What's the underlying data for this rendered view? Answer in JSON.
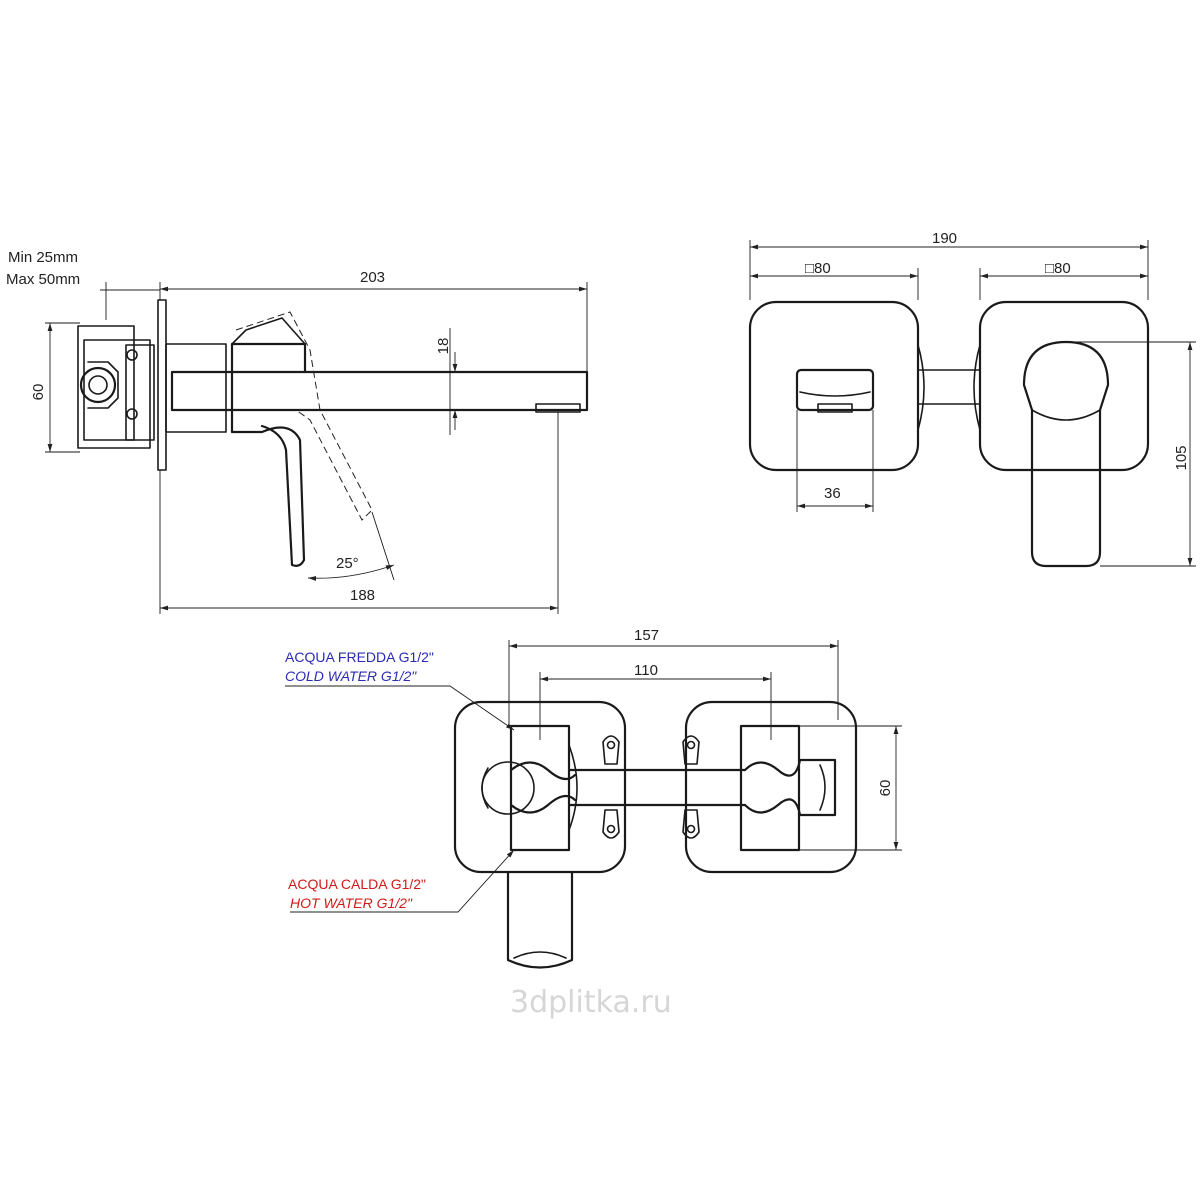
{
  "side_view": {
    "wall_thickness_min": "Min 25mm",
    "wall_thickness_max": "Max 50mm",
    "dim_spout_length": "203",
    "dim_spout_height": "18",
    "dim_body_height": "60",
    "dim_handle_angle": "25°",
    "dim_total_depth": "188"
  },
  "front_view": {
    "dim_total_width": "190",
    "dim_plate_left": "□80",
    "dim_plate_right": "□80",
    "dim_spout_width": "36",
    "dim_total_height": "105"
  },
  "rear_view": {
    "dim_box_width": "157",
    "dim_center_distance": "110",
    "dim_box_height": "60",
    "cold_label_it": "ACQUA FREDDA G1/2\"",
    "cold_label_en": "COLD WATER G1/2\"",
    "hot_label_it": "ACQUA CALDA G1/2\"",
    "hot_label_en": "HOT WATER G1/2\"",
    "cold_color": "#2b2bb5",
    "hot_color": "#d11a1a"
  },
  "watermark": "3dplitka.ru"
}
